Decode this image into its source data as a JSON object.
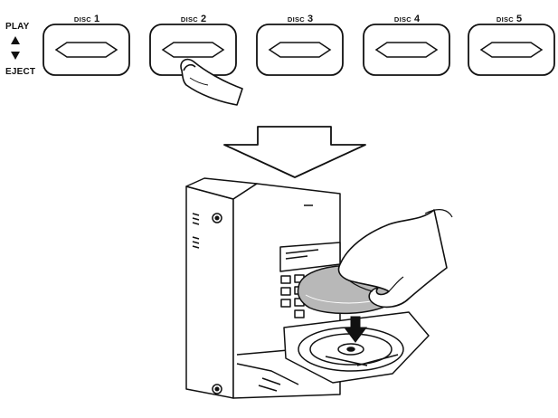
{
  "labels": {
    "play": "PLAY",
    "eject": "EJECT"
  },
  "disc_buttons": [
    {
      "word": "DISC",
      "number": "1"
    },
    {
      "word": "DISC",
      "number": "2"
    },
    {
      "word": "DISC",
      "number": "3"
    },
    {
      "word": "DISC",
      "number": "4"
    },
    {
      "word": "DISC",
      "number": "5"
    }
  ],
  "pressed_button": 2,
  "colors": {
    "ink": "#111111",
    "disc_fill": "#b8b8b8",
    "background": "#ffffff"
  },
  "icons": [
    "triangle-up-icon",
    "triangle-down-icon",
    "finger-press-icon",
    "down-arrow-icon",
    "disc-arrow-icon"
  ]
}
